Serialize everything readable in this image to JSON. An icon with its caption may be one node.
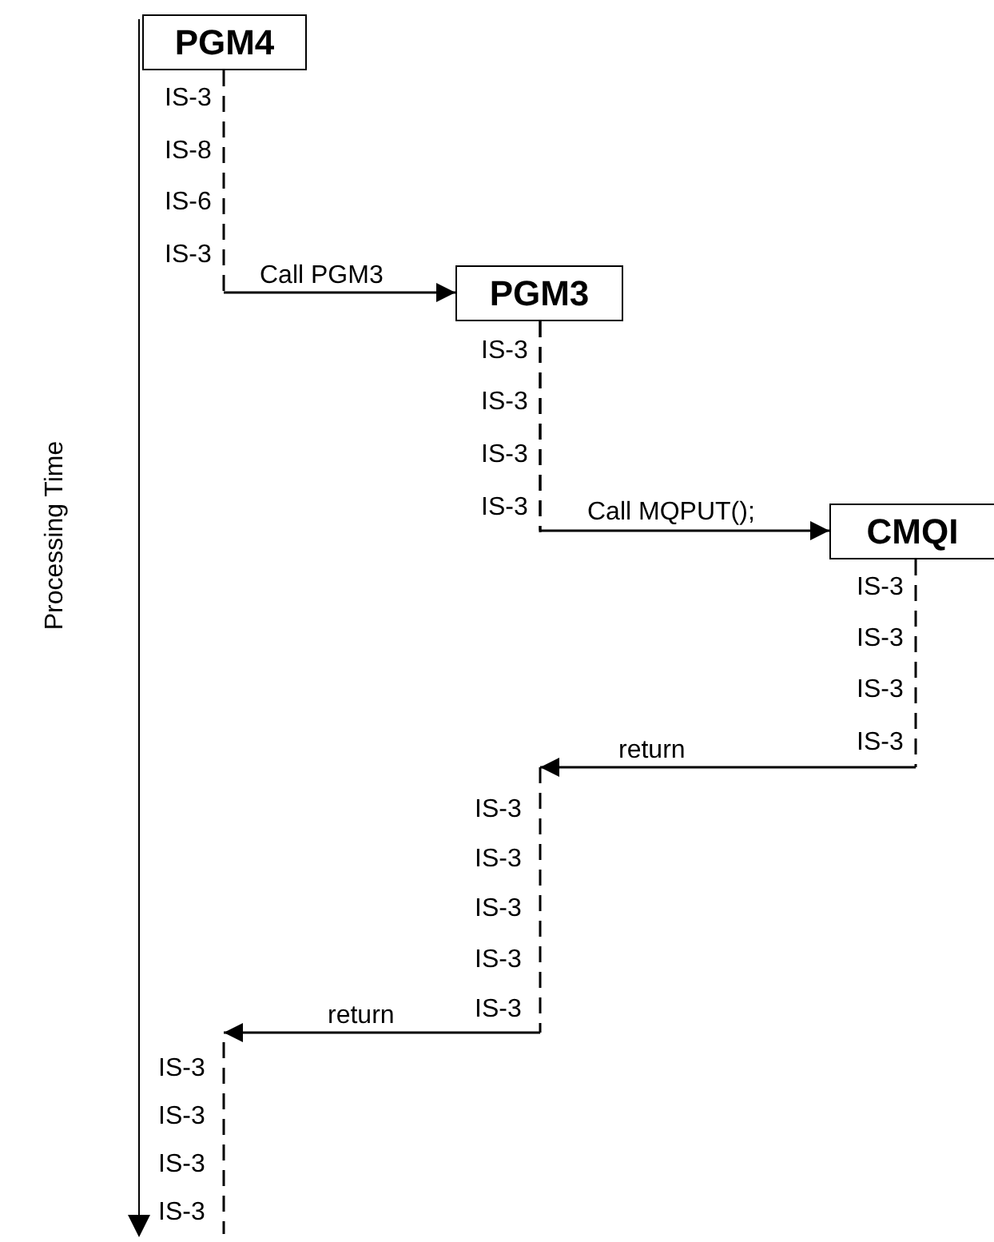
{
  "diagram": {
    "nodes": [
      {
        "text": [
          "PGM4"
        ]
      },
      {
        "text": [
          "PGM3"
        ]
      },
      {
        "text": [
          "CMQI"
        ]
      }
    ],
    "edges": [
      {
        "from": 0,
        "to": 1,
        "arrow": "to",
        "label": "Call PGM3"
      },
      {
        "from": 1,
        "to": 2,
        "arrow": "to",
        "label": "Call MQPUT();"
      },
      {
        "from": 2,
        "to": null,
        "arrow": "to",
        "label": "return"
      },
      {
        "from": 1,
        "to": null,
        "arrow": "to",
        "label": "return"
      }
    ],
    "labels": [
      "Processing Time",
      "IS-3",
      "IS-8",
      "IS-6",
      "IS-3",
      "IS-3",
      "IS-3",
      "IS-3",
      "IS-3",
      "IS-3",
      "IS-3",
      "IS-3",
      "IS-3",
      "IS-3",
      "IS-3",
      "IS-3",
      "IS-3",
      "IS-3",
      "IS-3",
      "IS-3",
      "IS-3",
      "IS-3"
    ]
  }
}
